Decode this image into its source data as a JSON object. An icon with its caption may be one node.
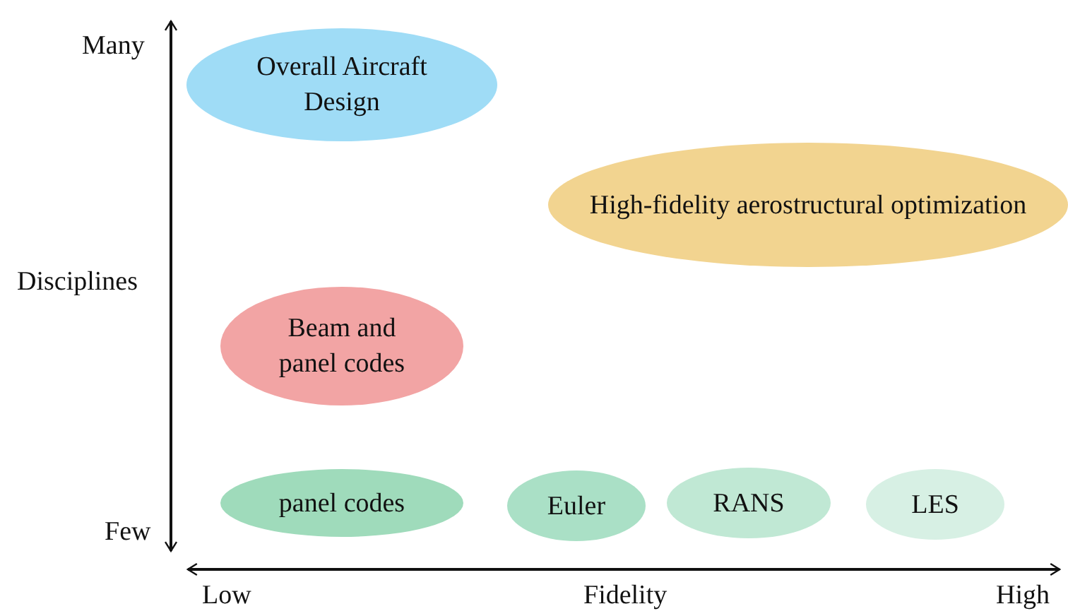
{
  "diagram": {
    "nodes": [
      {
        "text": [
          "Overall Aircraft Design"
        ]
      },
      {
        "text": [
          "High-fidelity aerostructural optimization"
        ]
      },
      {
        "text": [
          "Beam and panel codes"
        ]
      },
      {
        "text": [
          "panel codes"
        ]
      },
      {
        "text": [
          "Euler"
        ]
      },
      {
        "text": [
          "RANS"
        ]
      },
      {
        "text": [
          "LES"
        ]
      }
    ],
    "edges": [],
    "labels": [
      "Many",
      "Disciplines",
      "Few",
      "Low",
      "Fidelity",
      "High"
    ]
  }
}
